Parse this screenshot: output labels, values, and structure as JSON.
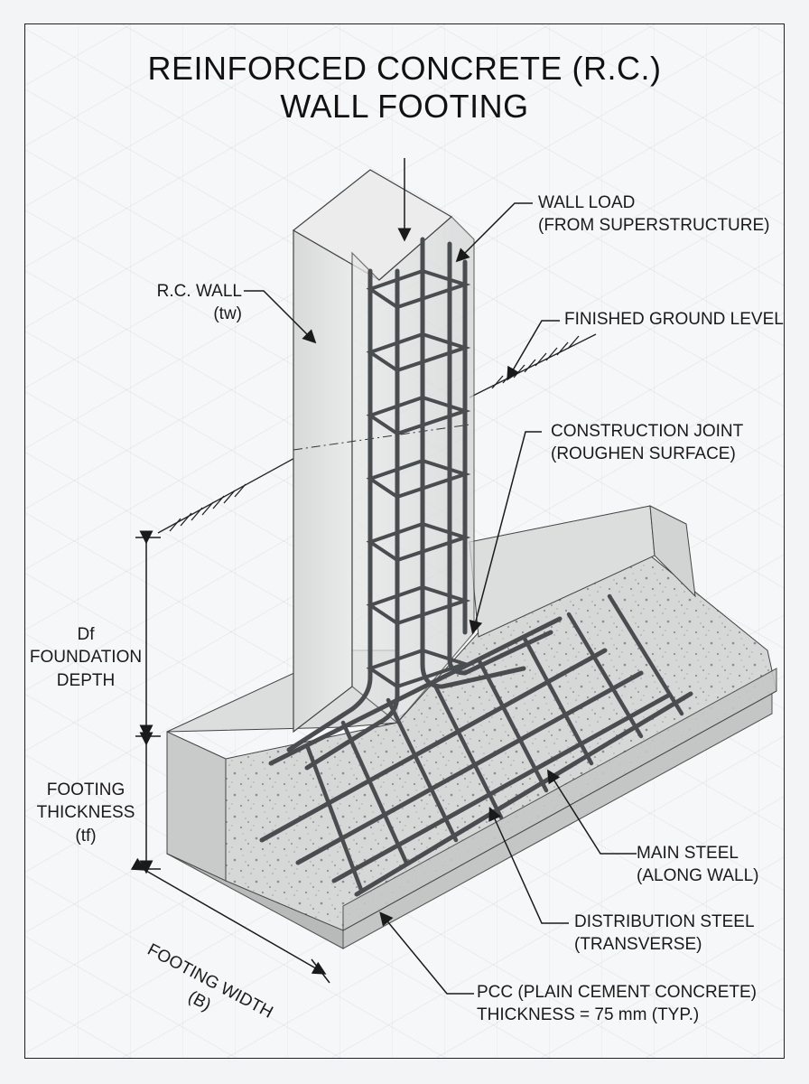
{
  "title": {
    "line1": "REINFORCED CONCRETE (R.C.)",
    "line2": "WALL FOOTING"
  },
  "labels": {
    "wall_load": {
      "line1": "WALL LOAD",
      "line2": "(FROM SUPERSTRUCTURE)"
    },
    "rc_wall": {
      "line1": "R.C. WALL",
      "line2": "(tw)"
    },
    "finished_ground": {
      "line1": "FINISHED GROUND LEVEL"
    },
    "construction_joint": {
      "line1": "CONSTRUCTION JOINT",
      "line2": "(ROUGHEN SURFACE)"
    },
    "foundation_depth": {
      "line1": "Df",
      "line2": "FOUNDATION",
      "line3": "DEPTH"
    },
    "footing_thickness": {
      "line1": "FOOTING",
      "line2": "THICKNESS",
      "line3": "(tf)"
    },
    "main_steel": {
      "line1": "MAIN STEEL",
      "line2": "(ALONG WALL)"
    },
    "distribution_steel": {
      "line1": "DISTRIBUTION STEEL",
      "line2": "(TRANSVERSE)"
    },
    "footing_width": {
      "line1": "FOOTING WIDTH",
      "line2": "(B)"
    },
    "pcc": {
      "line1": "PCC (PLAIN CEMENT CONCRETE)",
      "line2": "THICKNESS = 75 mm (TYP.)"
    }
  },
  "colors": {
    "concrete_light": "#e4e5e5",
    "concrete_mid": "#cfd0d0",
    "concrete_dark": "#b8b9b9",
    "rebar": "#4a4d50",
    "line": "#1a1a1a"
  }
}
